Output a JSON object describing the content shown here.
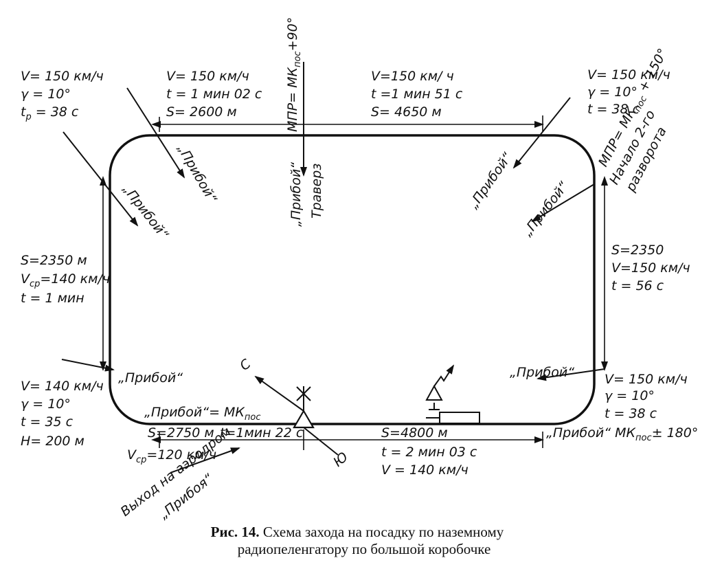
{
  "colors": {
    "ink": "#111111",
    "paper": "#ffffff"
  },
  "top_left_leg": {
    "v": "V= 150 км/ч",
    "t": "t = 1 мин 02 с",
    "s": "S= 2600 м"
  },
  "top_right_leg": {
    "v": "V=150 км/ ч",
    "t": "t =1 мин 51 с",
    "s": "S= 4650 м"
  },
  "corner_tl": {
    "v": "V= 150 км/ч",
    "g": "γ = 10°",
    "t": "t",
    "t_sub": "р",
    "t_val": " = 38 с"
  },
  "corner_tr": {
    "v": "V= 150 км/ч",
    "g": "γ = 10°",
    "t": "t = 38 с"
  },
  "corner_br": {
    "v": "V= 150 км/ч",
    "g": "γ = 10°",
    "t": "t = 38 с"
  },
  "corner_bl": {
    "v": "V= 140 км/ч",
    "g": "γ = 10°",
    "t": "t = 35 с",
    "h": "H= 200 м"
  },
  "left_leg": {
    "s": "S=2350 м",
    "v": "V",
    "v_sub": "ср",
    "v_val": "=140 км/ч",
    "t": "t = 1 мин"
  },
  "right_leg": {
    "s": "S=2350",
    "v": "V=150 км/ч",
    "t": "t = 56 с"
  },
  "bottom_left_leg": {
    "s": "S=2750 м",
    "t": "t=1мин 22 с",
    "v": "V",
    "v_sub": "ср",
    "v_val": "=120 км/ч"
  },
  "bottom_right_leg": {
    "s": "S=4800 м",
    "t": "t = 2 мин 03 с",
    "v": "V = 140 км/ч"
  },
  "mpr_top": {
    "a": "МПР= МК",
    "sub": "пос",
    "b": "+90°"
  },
  "mpr_right": {
    "a": "МПР= МК",
    "sub": "пос",
    "b": " + 150°"
  },
  "turn2": {
    "line1": "Начало 2-го",
    "line2": "разворота"
  },
  "traverse": "Траверз",
  "priboi": "„Прибой“",
  "priboi_mk": {
    "a": "„Прибой“= МК",
    "sub": "пос"
  },
  "priboi_mk180": {
    "a": "„Прибой“ МК",
    "sub": "пос",
    "b": "± 180°"
  },
  "exit": {
    "line1": "Выход на аэродром",
    "line2": "„Прибоя“"
  },
  "compass": {
    "north": "С",
    "south": "Ю"
  },
  "caption": {
    "label": "Рис. 14.",
    "line1": "Схема захода на посадку по наземному",
    "line2": "радиопеленгатору по большой коробочке"
  }
}
